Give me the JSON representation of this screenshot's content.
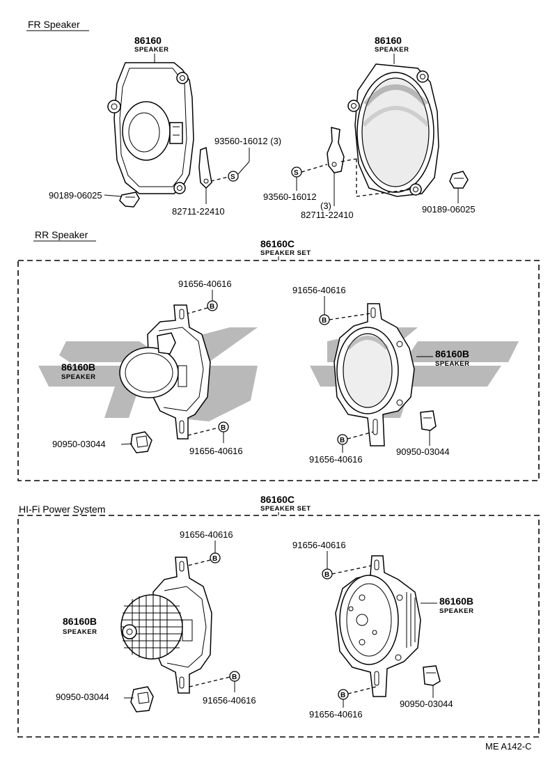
{
  "sections": {
    "fr": {
      "title": "FR Speaker"
    },
    "rr": {
      "title": "RR Speaker",
      "set_number": "86160C",
      "set_name": "SPEAKER SET"
    },
    "hifi": {
      "title": "HI-Fi Power System",
      "set_number": "86160C",
      "set_name": "SPEAKER SET"
    }
  },
  "fr_parts": {
    "left_speaker_number": "86160",
    "left_speaker_name": "SPEAKER",
    "right_speaker_number": "86160",
    "right_speaker_name": "SPEAKER",
    "screw_left": "93560-16012 (3)",
    "screw_right": "93560-16012",
    "screw_right_qty": "(3)",
    "clip_left": "90189-06025",
    "clip_right": "90189-06025",
    "bracket_left": "82711-22410",
    "bracket_right": "82711-22410",
    "screw_symbol": "S"
  },
  "rr_parts": {
    "bolt_tl": "91656-40616",
    "bolt_tr": "91656-40616",
    "bolt_bl": "91656-40616",
    "bolt_br": "91656-40616",
    "speaker_left_number": "86160B",
    "speaker_left_name": "SPEAKER",
    "speaker_right_number": "86160B",
    "speaker_right_name": "SPEAKER",
    "connector_left": "90950-03044",
    "connector_right": "90950-03044",
    "bolt_symbol": "B"
  },
  "hifi_parts": {
    "bolt_tl": "91656-40616",
    "bolt_tr": "91656-40616",
    "bolt_bl": "91656-40616",
    "bolt_br": "91656-40616",
    "speaker_left_number": "86160B",
    "speaker_left_name": "SPEAKER",
    "speaker_right_number": "86160B",
    "speaker_right_name": "SPEAKER",
    "connector_left": "90950-03044",
    "connector_right": "90950-03044",
    "bolt_symbol": "B"
  },
  "footer": {
    "code": "ME A142-C"
  }
}
